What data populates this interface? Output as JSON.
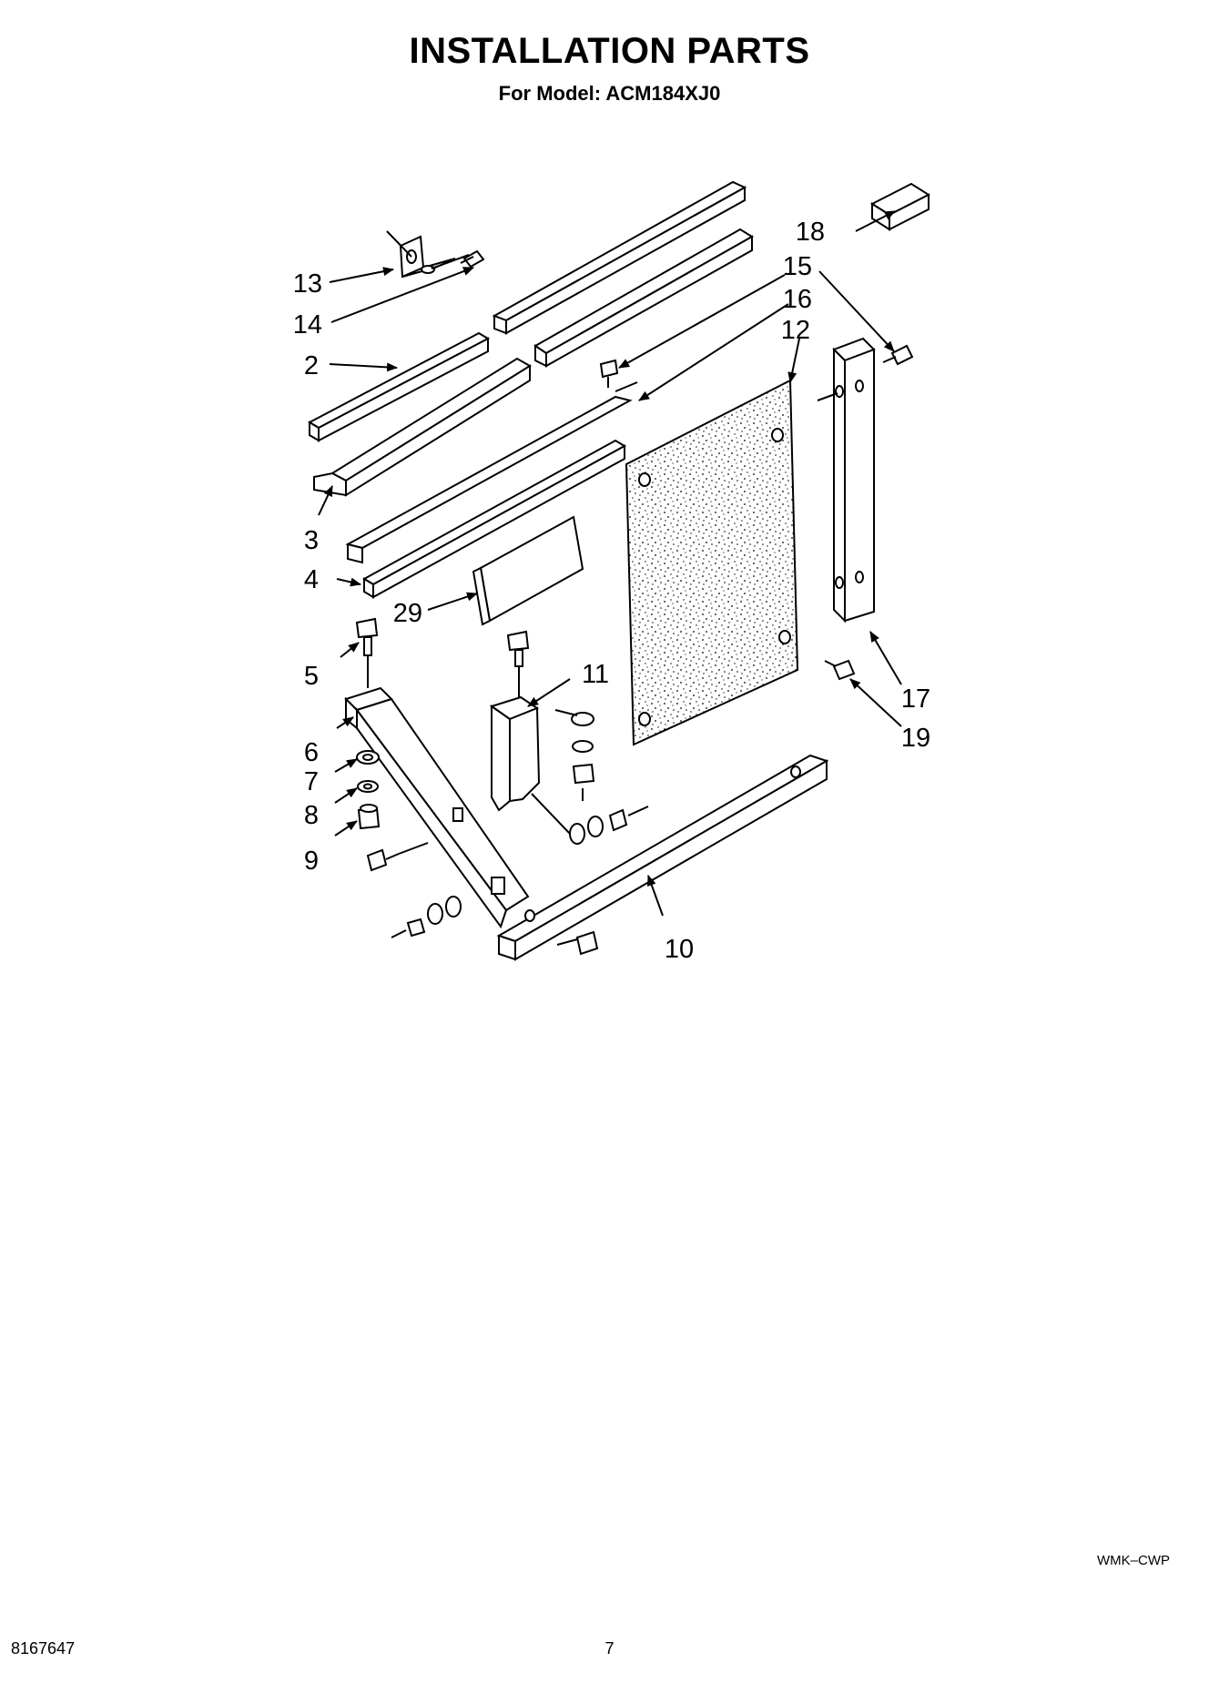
{
  "header": {
    "title": "INSTALLATION PARTS",
    "subtitle": "For Model: ACM184XJ0"
  },
  "callouts": {
    "c2": "2",
    "c3": "3",
    "c4": "4",
    "c5": "5",
    "c6": "6",
    "c7": "7",
    "c8": "8",
    "c9": "9",
    "c10": "10",
    "c11": "11",
    "c12": "12",
    "c13": "13",
    "c14": "14",
    "c15": "15",
    "c16": "16",
    "c17": "17",
    "c18": "18",
    "c19": "19",
    "c29": "29"
  },
  "footer": {
    "code": "WMK–CWP",
    "doc_number": "8167647",
    "page_number": "7"
  }
}
